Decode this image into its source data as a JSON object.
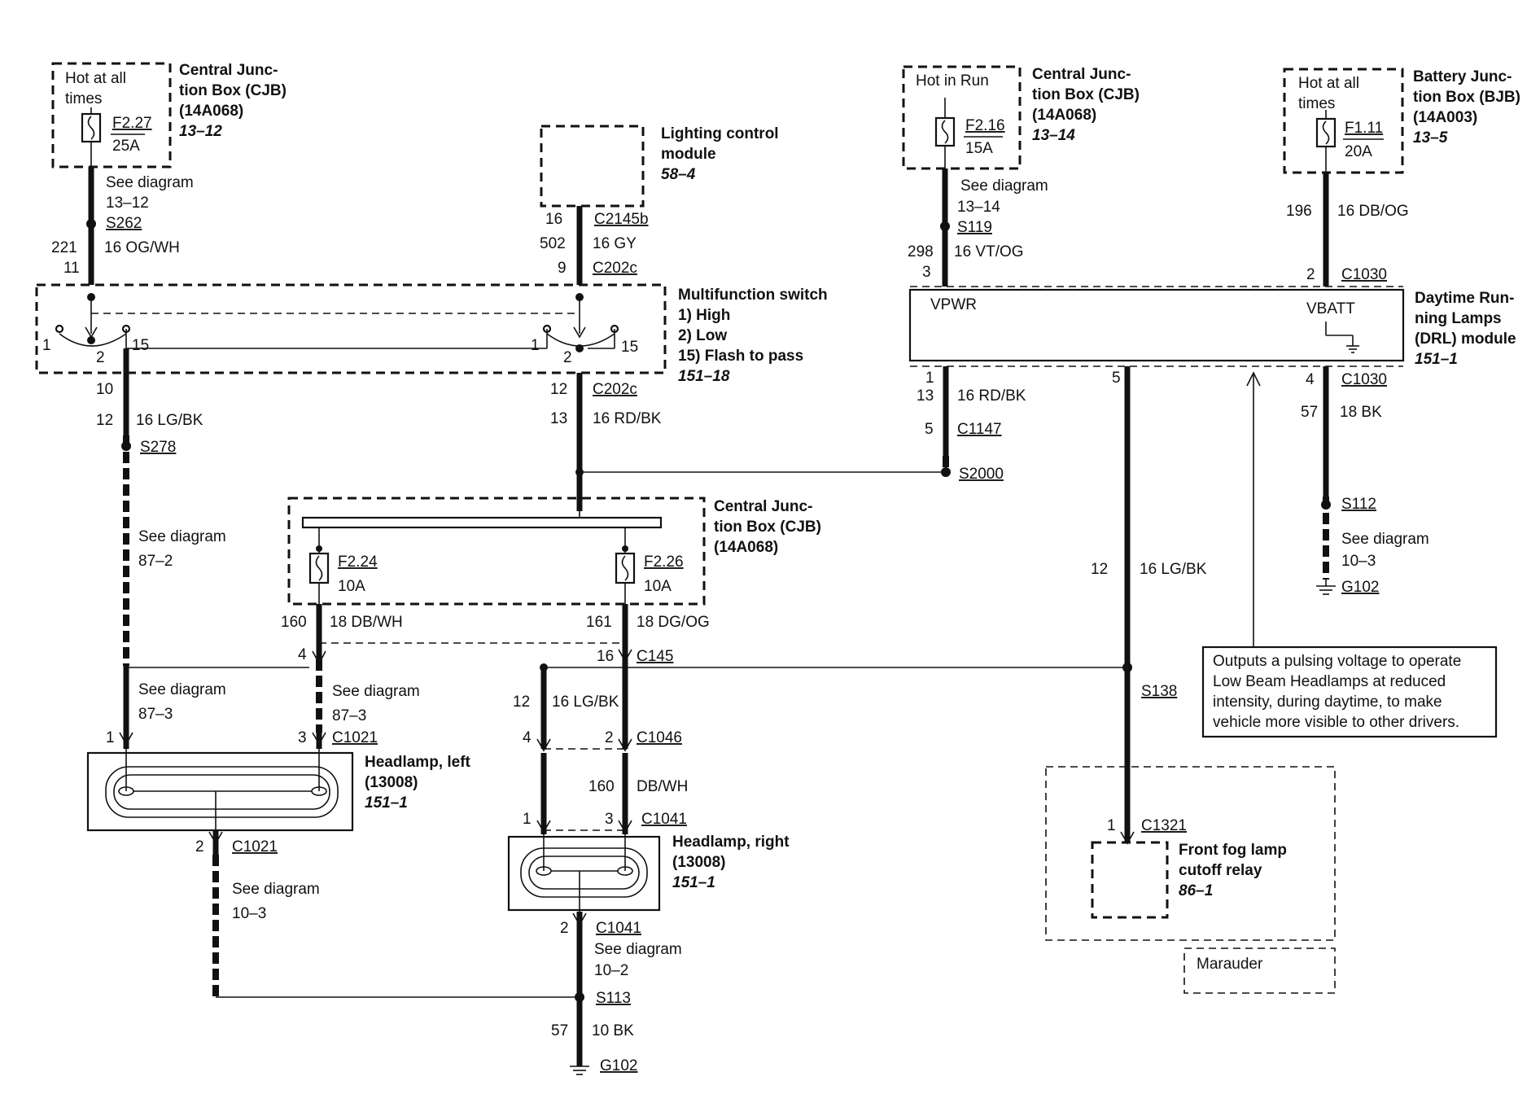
{
  "cjb_left": {
    "note": [
      "Hot at all",
      "times"
    ],
    "fuse_id": "F2.27",
    "fuse_rating": "25A",
    "title": [
      "Central Junc-",
      "tion Box (CJB)",
      "(14A068)"
    ],
    "page_ref": "13–12"
  },
  "wire_left_feed": {
    "see_diagram": [
      "See diagram",
      "13–12"
    ],
    "splice": "S262",
    "circuit": "221",
    "color": "16 OG/WH",
    "pin": "11"
  },
  "lcm": {
    "title": [
      "Lighting control",
      "module"
    ],
    "page_ref": "58–4"
  },
  "wire_lcm": {
    "pin_top": "16",
    "conn_top": "C2145b",
    "circuit": "502",
    "color": "16 GY",
    "pin_bottom": "9",
    "conn_bottom": "C202c"
  },
  "multifunction_switch": {
    "title": "Multifunction switch",
    "legend": [
      "1)   High",
      "2)   Low",
      "15)  Flash to pass"
    ],
    "page_ref": "151–18",
    "pin_labels": {
      "a1": "1",
      "a2": "2",
      "a15": "15",
      "b1": "1",
      "b2": "2",
      "b15": "15"
    }
  },
  "wire_s278": {
    "pin": "10",
    "circuit": "12",
    "color": "16 LG/BK",
    "splice": "S278",
    "see_diagram": [
      "See diagram",
      "87–2"
    ]
  },
  "wire_c202c": {
    "pin": "12",
    "conn": "C202c",
    "circuit": "13",
    "color": "16 RD/BK"
  },
  "cjb_mid": {
    "title": [
      "Central Junc-",
      "tion Box (CJB)",
      "(14A068)"
    ],
    "fuse1_id": "F2.24",
    "fuse1_rating": "10A",
    "fuse2_id": "F2.26",
    "fuse2_rating": "10A"
  },
  "wire_f224": {
    "circuit": "160",
    "color": "18 DB/WH",
    "pin": "4",
    "see_diagram": [
      "See diagram",
      "87–3"
    ],
    "pin_c1021": "3",
    "conn": "C1021"
  },
  "wire_f226": {
    "circuit": "161",
    "color": "18 DG/OG",
    "pin": "16",
    "conn": "C145"
  },
  "wire_left_87_3": {
    "see_diagram": [
      "See diagram",
      "87–3"
    ],
    "pin": "1"
  },
  "headlamp_left": {
    "title": [
      "Headlamp, left",
      "(13008)"
    ],
    "page_ref": "151–1"
  },
  "wire_hl_left_gnd": {
    "pin": "2",
    "conn": "C1021",
    "see_diagram": [
      "See diagram",
      "10–3"
    ]
  },
  "wire_c1046": {
    "circuit": "12",
    "color": "16 LG/BK",
    "pin_left": "4",
    "pin_right": "2",
    "conn": "C1046"
  },
  "wire_c1041": {
    "circuit": "160",
    "color": "DB/WH",
    "pin_left": "1",
    "pin_right": "3",
    "conn": "C1041"
  },
  "headlamp_right": {
    "title": [
      "Headlamp, right",
      "(13008)"
    ],
    "page_ref": "151–1"
  },
  "wire_hl_right_gnd": {
    "pin": "2",
    "conn": "C1041",
    "see_diagram": [
      "See diagram",
      "10–2"
    ],
    "splice": "S113",
    "circuit": "57",
    "color": "10 BK",
    "ground": "G102"
  },
  "cjb_right": {
    "note": "Hot in Run",
    "fuse_id": "F2.16",
    "fuse_rating": "15A",
    "title": [
      "Central Junc-",
      "tion Box (CJB)",
      "(14A068)"
    ],
    "page_ref": "13–14"
  },
  "wire_s119": {
    "see_diagram": [
      "See diagram",
      "13–14"
    ],
    "splice": "S119",
    "circuit": "298",
    "color": "16 VT/OG",
    "pin": "3"
  },
  "bjb": {
    "note": [
      "Hot at all",
      "times"
    ],
    "fuse_id": "F1.11",
    "fuse_rating": "20A",
    "title": [
      "Battery Junc-",
      "tion Box (BJB)",
      "(14A003)"
    ],
    "page_ref": "13–5"
  },
  "wire_bjb": {
    "circuit": "196",
    "color": "16 DB/OG",
    "pin": "2",
    "conn": "C1030"
  },
  "drl_module": {
    "vpwr": "VPWR",
    "vbatt": "VBATT",
    "title": [
      "Daytime Run-",
      "ning Lamps",
      "(DRL) module"
    ],
    "page_ref": "151–1"
  },
  "wire_s2000": {
    "pin": "1",
    "circuit": "13",
    "color": "16 RD/BK",
    "pin2": "5",
    "conn": "C1147",
    "splice": "S2000"
  },
  "wire_drl_out": {
    "pin": "5",
    "circuit": "12",
    "color": "16 LG/BK",
    "splice": "S138"
  },
  "wire_drl_gnd": {
    "pin": "4",
    "conn": "C1030",
    "circuit": "57",
    "color": "18 BK",
    "splice": "S112",
    "see_diagram": [
      "See diagram",
      "10–3"
    ],
    "ground": "G102"
  },
  "note_box": {
    "lines": [
      "Outputs a pulsing voltage to operate",
      "Low Beam Headlamps at reduced",
      "intensity, during daytime, to make",
      "vehicle more visible to other drivers."
    ]
  },
  "fog_relay": {
    "pin": "1",
    "conn": "C1321",
    "title": [
      "Front fog lamp",
      "cutoff relay"
    ],
    "page_ref": "86–1"
  },
  "marauder": {
    "label": "Marauder"
  }
}
